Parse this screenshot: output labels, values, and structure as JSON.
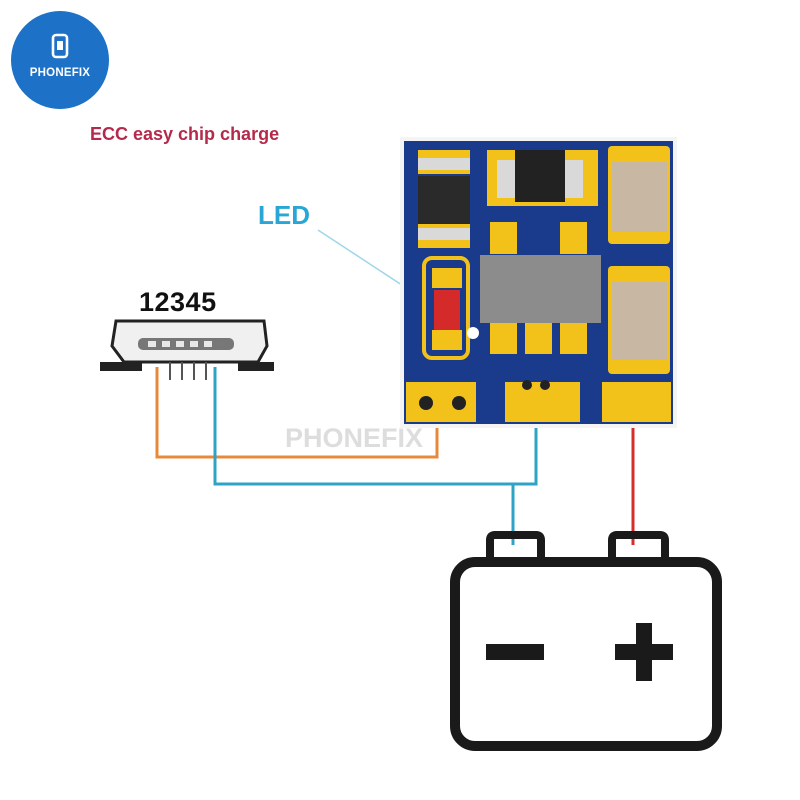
{
  "brand": {
    "logo_text": "PHONEFIX",
    "watermark": "PHONEFIX"
  },
  "title": "ECC easy chip charge",
  "labels": {
    "led": "LED",
    "pins": "12345"
  },
  "battery": {
    "negative_symbol": "−",
    "positive_symbol": "+"
  },
  "colors": {
    "brand_blue": "#1d72c7",
    "title_color": "#b52a4b",
    "led_label_color": "#2aa6d6",
    "pcb_blue": "#1a3b8c",
    "pad_gold": "#f2c21b",
    "wire_orange": "#e8883a",
    "wire_blue": "#2fa3c6",
    "wire_red": "#d62c2c",
    "led_red": "#d42a2a"
  },
  "icons": [
    "phone-tool-icon",
    "battery-icon",
    "micro-usb-connector-icon"
  ]
}
